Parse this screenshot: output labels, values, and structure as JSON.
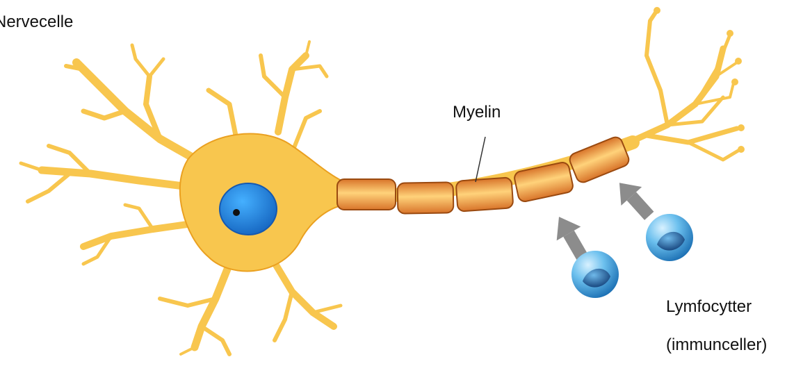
{
  "diagram": {
    "labels": {
      "nerve_cell": "Nervecelle",
      "myelin": "Myelin",
      "lymphocytes": "Lymfocytter",
      "lymphocytes_note": "(immunceller)"
    },
    "colors": {
      "neuron_fill": "#f8c64e",
      "neuron_outline": "#eaa020",
      "nucleus": "#2f8fe0",
      "nucleus_dark": "#1659b0",
      "myelin_fill": "#e98a2e",
      "myelin_outline": "#9a4a10",
      "myelin_highlight": "#ffd27a",
      "lymphocyte": "#5fb4e6",
      "lymphocyte_core": "#1e5a96",
      "arrow": "#8c8c8c"
    }
  }
}
